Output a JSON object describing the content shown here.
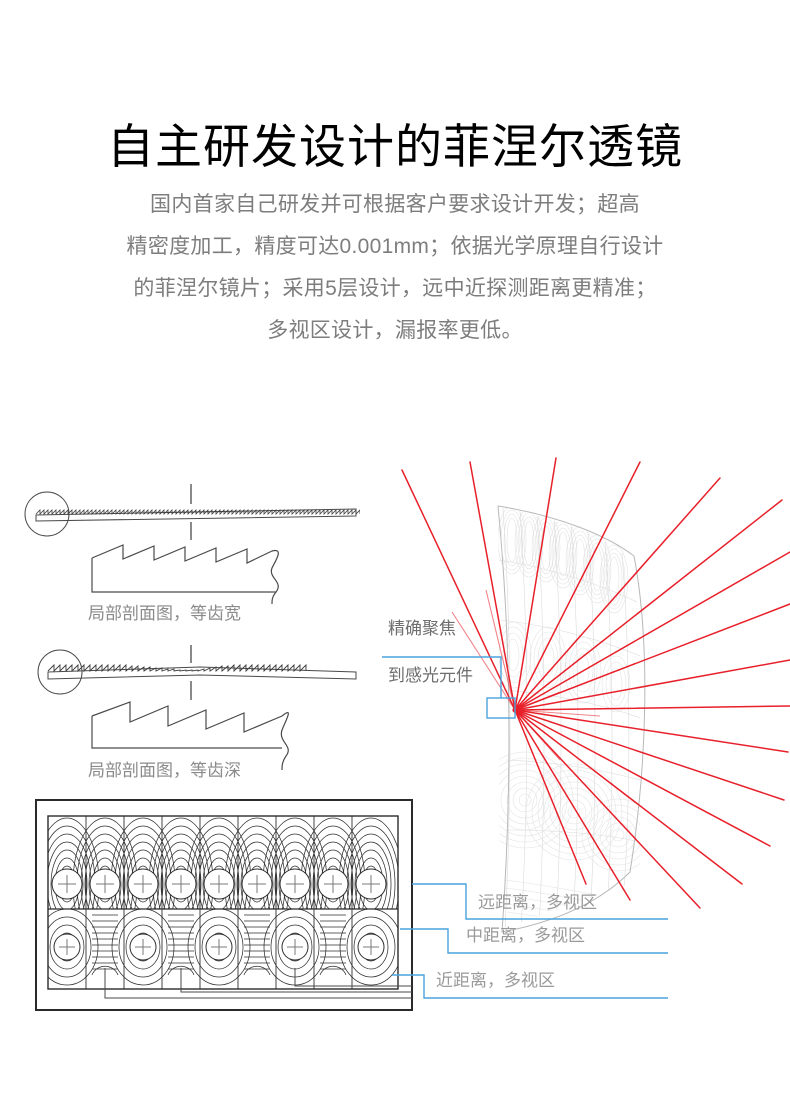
{
  "header": {
    "title": "自主研发设计的菲涅尔透镜",
    "subtitle_lines": [
      "国内首家自己研发并可根据客户要求设计开发；超高",
      "精密度加工，精度可达0.001mm；依据光学原理自行设计",
      "的菲涅尔镜片；采用5层设计，远中近探测距离更精准；",
      "多视区设计，漏报率更低。"
    ]
  },
  "diagram": {
    "section_label_1": "局部剖面图，等齿宽",
    "section_label_2": "局部剖面图，等齿深",
    "focus_label_line1": "精确聚焦",
    "focus_label_line2": "到感光元件",
    "zone_far": "远距离，多视区",
    "zone_mid": "中距离，多视区",
    "zone_near": "近距离，多视区"
  },
  "colors": {
    "title": "#000000",
    "body_text": "#7d7d7d",
    "label_text": "#8a8a8a",
    "ray_red": "#e8202a",
    "leader_blue": "#4ba3dd",
    "line_dark": "#3c3c3c",
    "lens_grey": "#c9c9c9"
  }
}
